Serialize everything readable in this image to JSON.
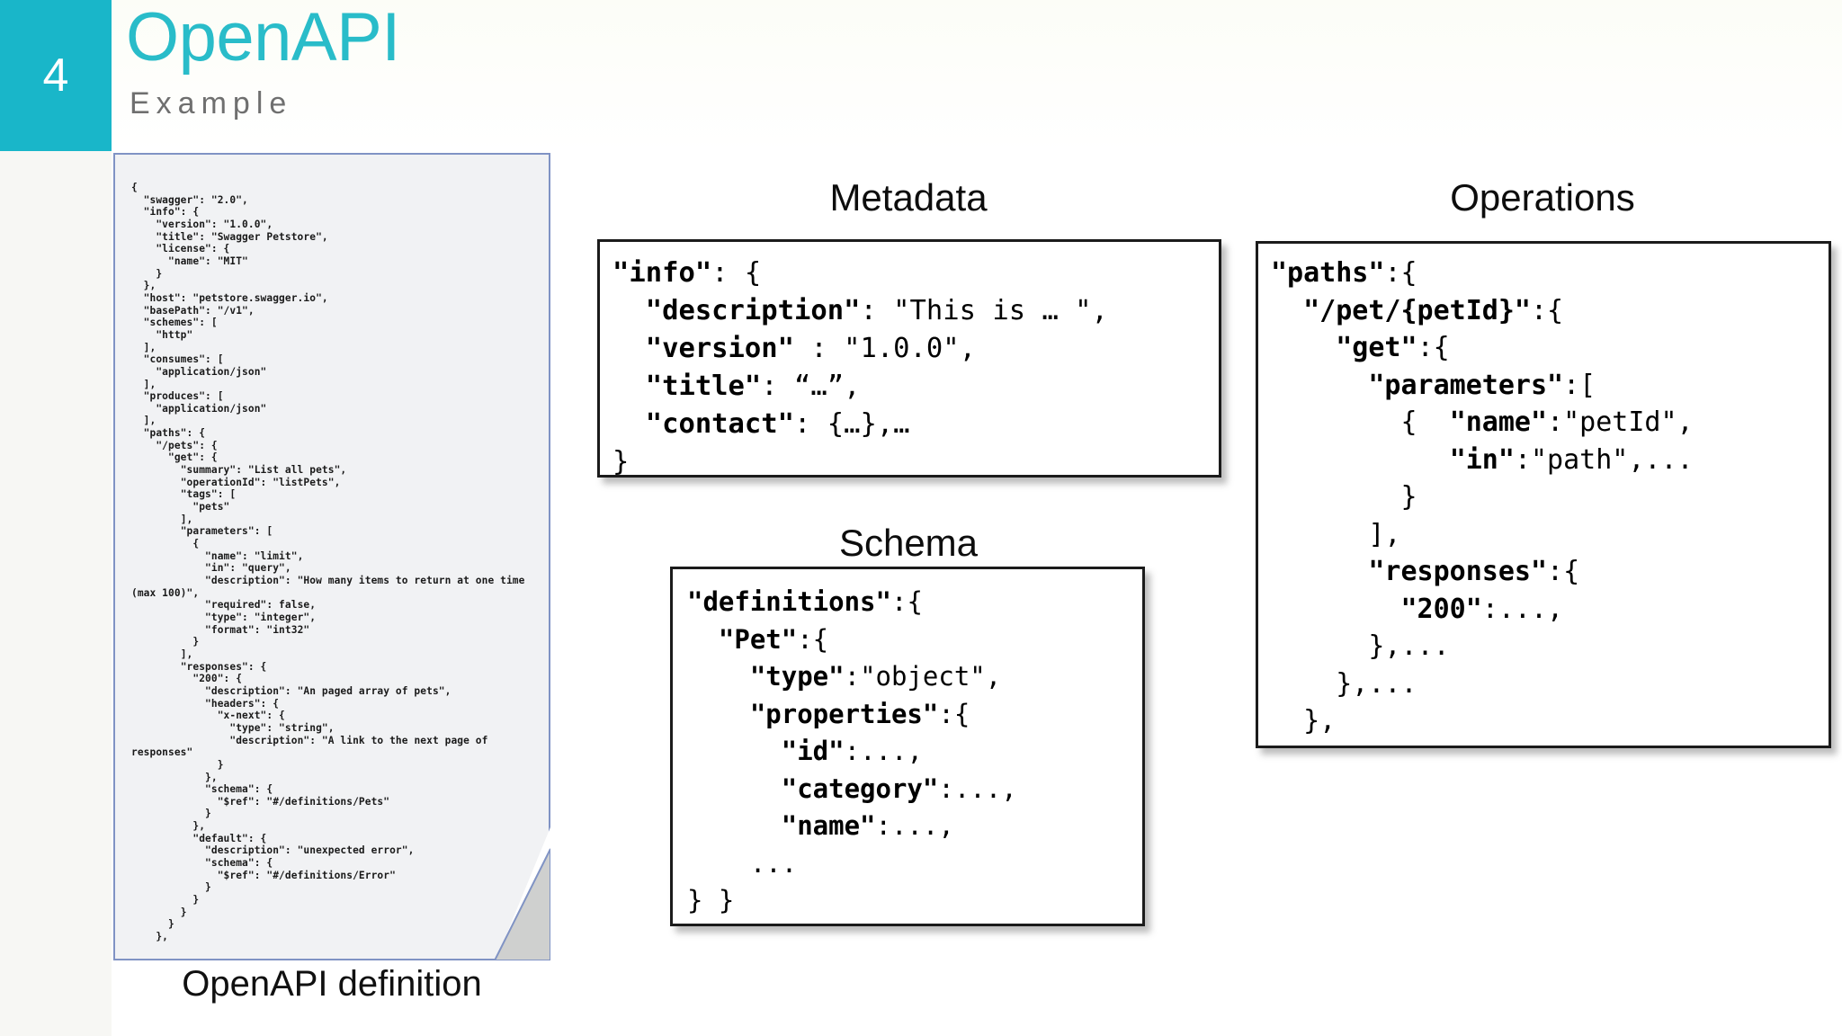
{
  "header": {
    "slide_number": "4",
    "title": "OpenAPI",
    "subtitle": "Example",
    "accent_color": "#19b6c9",
    "subtitle_color": "#6f6f6f"
  },
  "document": {
    "caption": "OpenAPI definition",
    "code": "{\n  \"swagger\": \"2.0\",\n  \"info\": {\n    \"version\": \"1.0.0\",\n    \"title\": \"Swagger Petstore\",\n    \"license\": {\n      \"name\": \"MIT\"\n    }\n  },\n  \"host\": \"petstore.swagger.io\",\n  \"basePath\": \"/v1\",\n  \"schemes\": [\n    \"http\"\n  ],\n  \"consumes\": [\n    \"application/json\"\n  ],\n  \"produces\": [\n    \"application/json\"\n  ],\n  \"paths\": {\n    \"/pets\": {\n      \"get\": {\n        \"summary\": \"List all pets\",\n        \"operationId\": \"listPets\",\n        \"tags\": [\n          \"pets\"\n        ],\n        \"parameters\": [\n          {\n            \"name\": \"limit\",\n            \"in\": \"query\",\n            \"description\": \"How many items to return at one time (max 100)\",\n            \"required\": false,\n            \"type\": \"integer\",\n            \"format\": \"int32\"\n          }\n        ],\n        \"responses\": {\n          \"200\": {\n            \"description\": \"An paged array of pets\",\n            \"headers\": {\n              \"x-next\": {\n                \"type\": \"string\",\n                \"description\": \"A link to the next page of responses\"\n              }\n            },\n            \"schema\": {\n              \"$ref\": \"#/definitions/Pets\"\n            }\n          },\n          \"default\": {\n            \"description\": \"unexpected error\",\n            \"schema\": {\n              \"$ref\": \"#/definitions/Error\"\n            }\n          }\n        }\n      }\n    },",
    "border_color": "#8093c4",
    "fill_color": "#f1f2f4"
  },
  "callouts": [
    {
      "id": "metadata",
      "title": "Metadata",
      "lines": [
        [
          {
            "t": "\"info\"",
            "b": true
          },
          {
            "t": ": {",
            "b": false
          }
        ],
        [
          {
            "t": "  \"description\"",
            "b": true
          },
          {
            "t": ": \"This is … \",",
            "b": false
          }
        ],
        [
          {
            "t": "  \"version\"",
            "b": true
          },
          {
            "t": " : \"1.0.0\",",
            "b": false
          }
        ],
        [
          {
            "t": "  \"title\"",
            "b": true
          },
          {
            "t": ": “…”,",
            "b": false
          }
        ],
        [
          {
            "t": "  \"contact\"",
            "b": true
          },
          {
            "t": ": {…},…",
            "b": false
          }
        ],
        [
          {
            "t": "}",
            "b": false
          }
        ]
      ]
    },
    {
      "id": "schema",
      "title": "Schema",
      "lines": [
        [
          {
            "t": "\"definitions\"",
            "b": true
          },
          {
            "t": ":{",
            "b": false
          }
        ],
        [
          {
            "t": "  \"Pet\"",
            "b": true
          },
          {
            "t": ":{",
            "b": false
          }
        ],
        [
          {
            "t": "    \"type\"",
            "b": true
          },
          {
            "t": ":\"object\",",
            "b": false
          }
        ],
        [
          {
            "t": "    \"properties\"",
            "b": true
          },
          {
            "t": ":{",
            "b": false
          }
        ],
        [
          {
            "t": "      \"id\"",
            "b": true
          },
          {
            "t": ":...,",
            "b": false
          }
        ],
        [
          {
            "t": "      \"category\"",
            "b": true
          },
          {
            "t": ":...,",
            "b": false
          }
        ],
        [
          {
            "t": "      \"name\"",
            "b": true
          },
          {
            "t": ":...,",
            "b": false
          }
        ],
        [
          {
            "t": "    ...",
            "b": false
          }
        ],
        [
          {
            "t": "} }",
            "b": false
          }
        ]
      ]
    },
    {
      "id": "operations",
      "title": "Operations",
      "lines": [
        [
          {
            "t": "\"paths\"",
            "b": true
          },
          {
            "t": ":{",
            "b": false
          }
        ],
        [
          {
            "t": "  \"/pet/{petId}\"",
            "b": true
          },
          {
            "t": ":{",
            "b": false
          }
        ],
        [
          {
            "t": "    \"get\"",
            "b": true
          },
          {
            "t": ":{",
            "b": false
          }
        ],
        [
          {
            "t": "      \"parameters\"",
            "b": true
          },
          {
            "t": ":[",
            "b": false
          }
        ],
        [
          {
            "t": "        {  ",
            "b": false
          },
          {
            "t": "\"name\"",
            "b": true
          },
          {
            "t": ":\"petId\",",
            "b": false
          }
        ],
        [
          {
            "t": "           ",
            "b": false
          },
          {
            "t": "\"in\"",
            "b": true
          },
          {
            "t": ":\"path\",...",
            "b": false
          }
        ],
        [
          {
            "t": "        }",
            "b": false
          }
        ],
        [
          {
            "t": "      ],",
            "b": false
          }
        ],
        [
          {
            "t": "      \"responses\"",
            "b": true
          },
          {
            "t": ":{",
            "b": false
          }
        ],
        [
          {
            "t": "        \"200\"",
            "b": true
          },
          {
            "t": ":...,",
            "b": false
          }
        ],
        [
          {
            "t": "      },...",
            "b": false
          }
        ],
        [
          {
            "t": "    },...",
            "b": false
          }
        ],
        [
          {
            "t": "  },",
            "b": false
          }
        ]
      ]
    }
  ]
}
